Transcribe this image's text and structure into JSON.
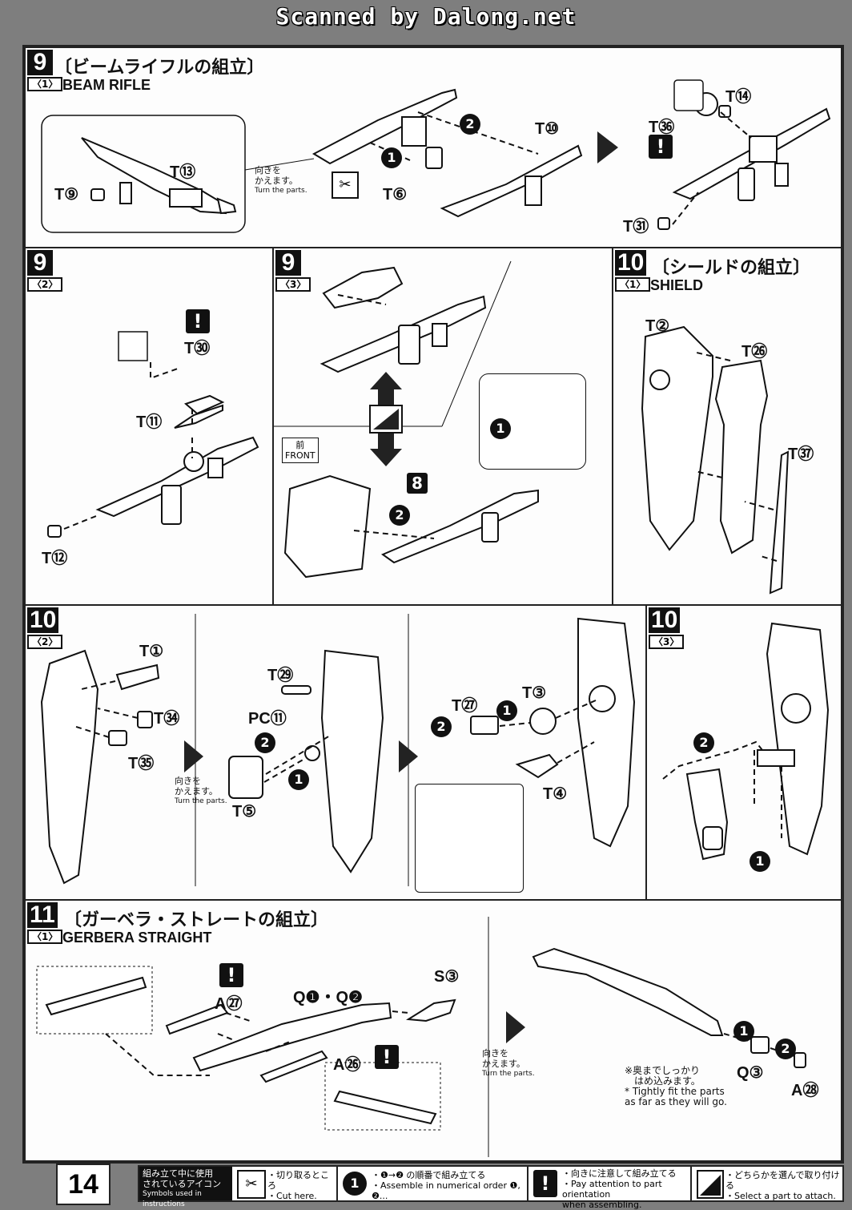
{
  "watermark": "Scanned by Dalong.net",
  "page_number": "14",
  "steps": {
    "s9_1": {
      "num": "9",
      "sub": "〈1〉",
      "title_jp": "〔ビームライフルの組立〕",
      "title_en": "BEAM RIFLE",
      "parts": [
        "T⑬",
        "T⑨",
        "T⑩",
        "T⑥",
        "T⑭",
        "T㊱",
        "T㉛"
      ],
      "turn_note_jp": "向きを\nかえます。",
      "turn_note_en": "Turn the parts."
    },
    "s9_2": {
      "num": "9",
      "sub": "〈2〉",
      "parts": [
        "T㉚",
        "T⑪",
        "T⑫"
      ]
    },
    "s9_3": {
      "num": "9",
      "sub": "〈3〉",
      "front_jp": "前",
      "front_en": "FRONT",
      "ref": "8"
    },
    "s10_1": {
      "num": "10",
      "sub": "〈1〉",
      "title_jp": "〔シールドの組立〕",
      "title_en": "SHIELD",
      "parts": [
        "T②",
        "T㉖",
        "T㊲"
      ]
    },
    "s10_2": {
      "num": "10",
      "sub": "〈2〉",
      "parts": [
        "T①",
        "T㉞",
        "T㉟",
        "T㉙",
        "PC⑪",
        "T⑤",
        "T㉗",
        "T③",
        "T④"
      ],
      "turn_note_jp": "向きを\nかえます。",
      "turn_note_en": "Turn the parts."
    },
    "s10_3": {
      "num": "10",
      "sub": "〈3〉"
    },
    "s11_1": {
      "num": "11",
      "sub": "〈1〉",
      "title_jp": "〔ガーベラ・ストレートの組立〕",
      "title_en": "GERBERA STRAIGHT",
      "parts": [
        "A㉗",
        "Q❶・Q❷",
        "S③",
        "A㉖",
        "Q③",
        "A㉘"
      ],
      "turn_note_jp": "向きを\nかえます。",
      "turn_note_en": "Turn the parts.",
      "fit_note_jp": "※奥までしっかり\n　はめ込みます。",
      "fit_note_en": "* Tightly fit the parts\n  as far as they will go."
    }
  },
  "legend": {
    "heading_jp": "組み立て中に使用\nされているアイコン",
    "heading_en": "Symbols used in instructions",
    "items": [
      {
        "icon": "cut-icon",
        "jp": "・切り取るところ",
        "en": "・Cut here."
      },
      {
        "icon": "number-1-icon",
        "jp": "・❶→❷ の順番で組み立てる",
        "en": "・Assemble in numerical order ❶, ❷..."
      },
      {
        "icon": "warning-icon",
        "jp": "・向きに注意して組み立てる",
        "en": "・Pay attention to part orientation\n  when assembling."
      },
      {
        "icon": "select-icon",
        "jp": "・どちらかを選んで取り付ける",
        "en": "・Select a part to attach."
      }
    ]
  }
}
